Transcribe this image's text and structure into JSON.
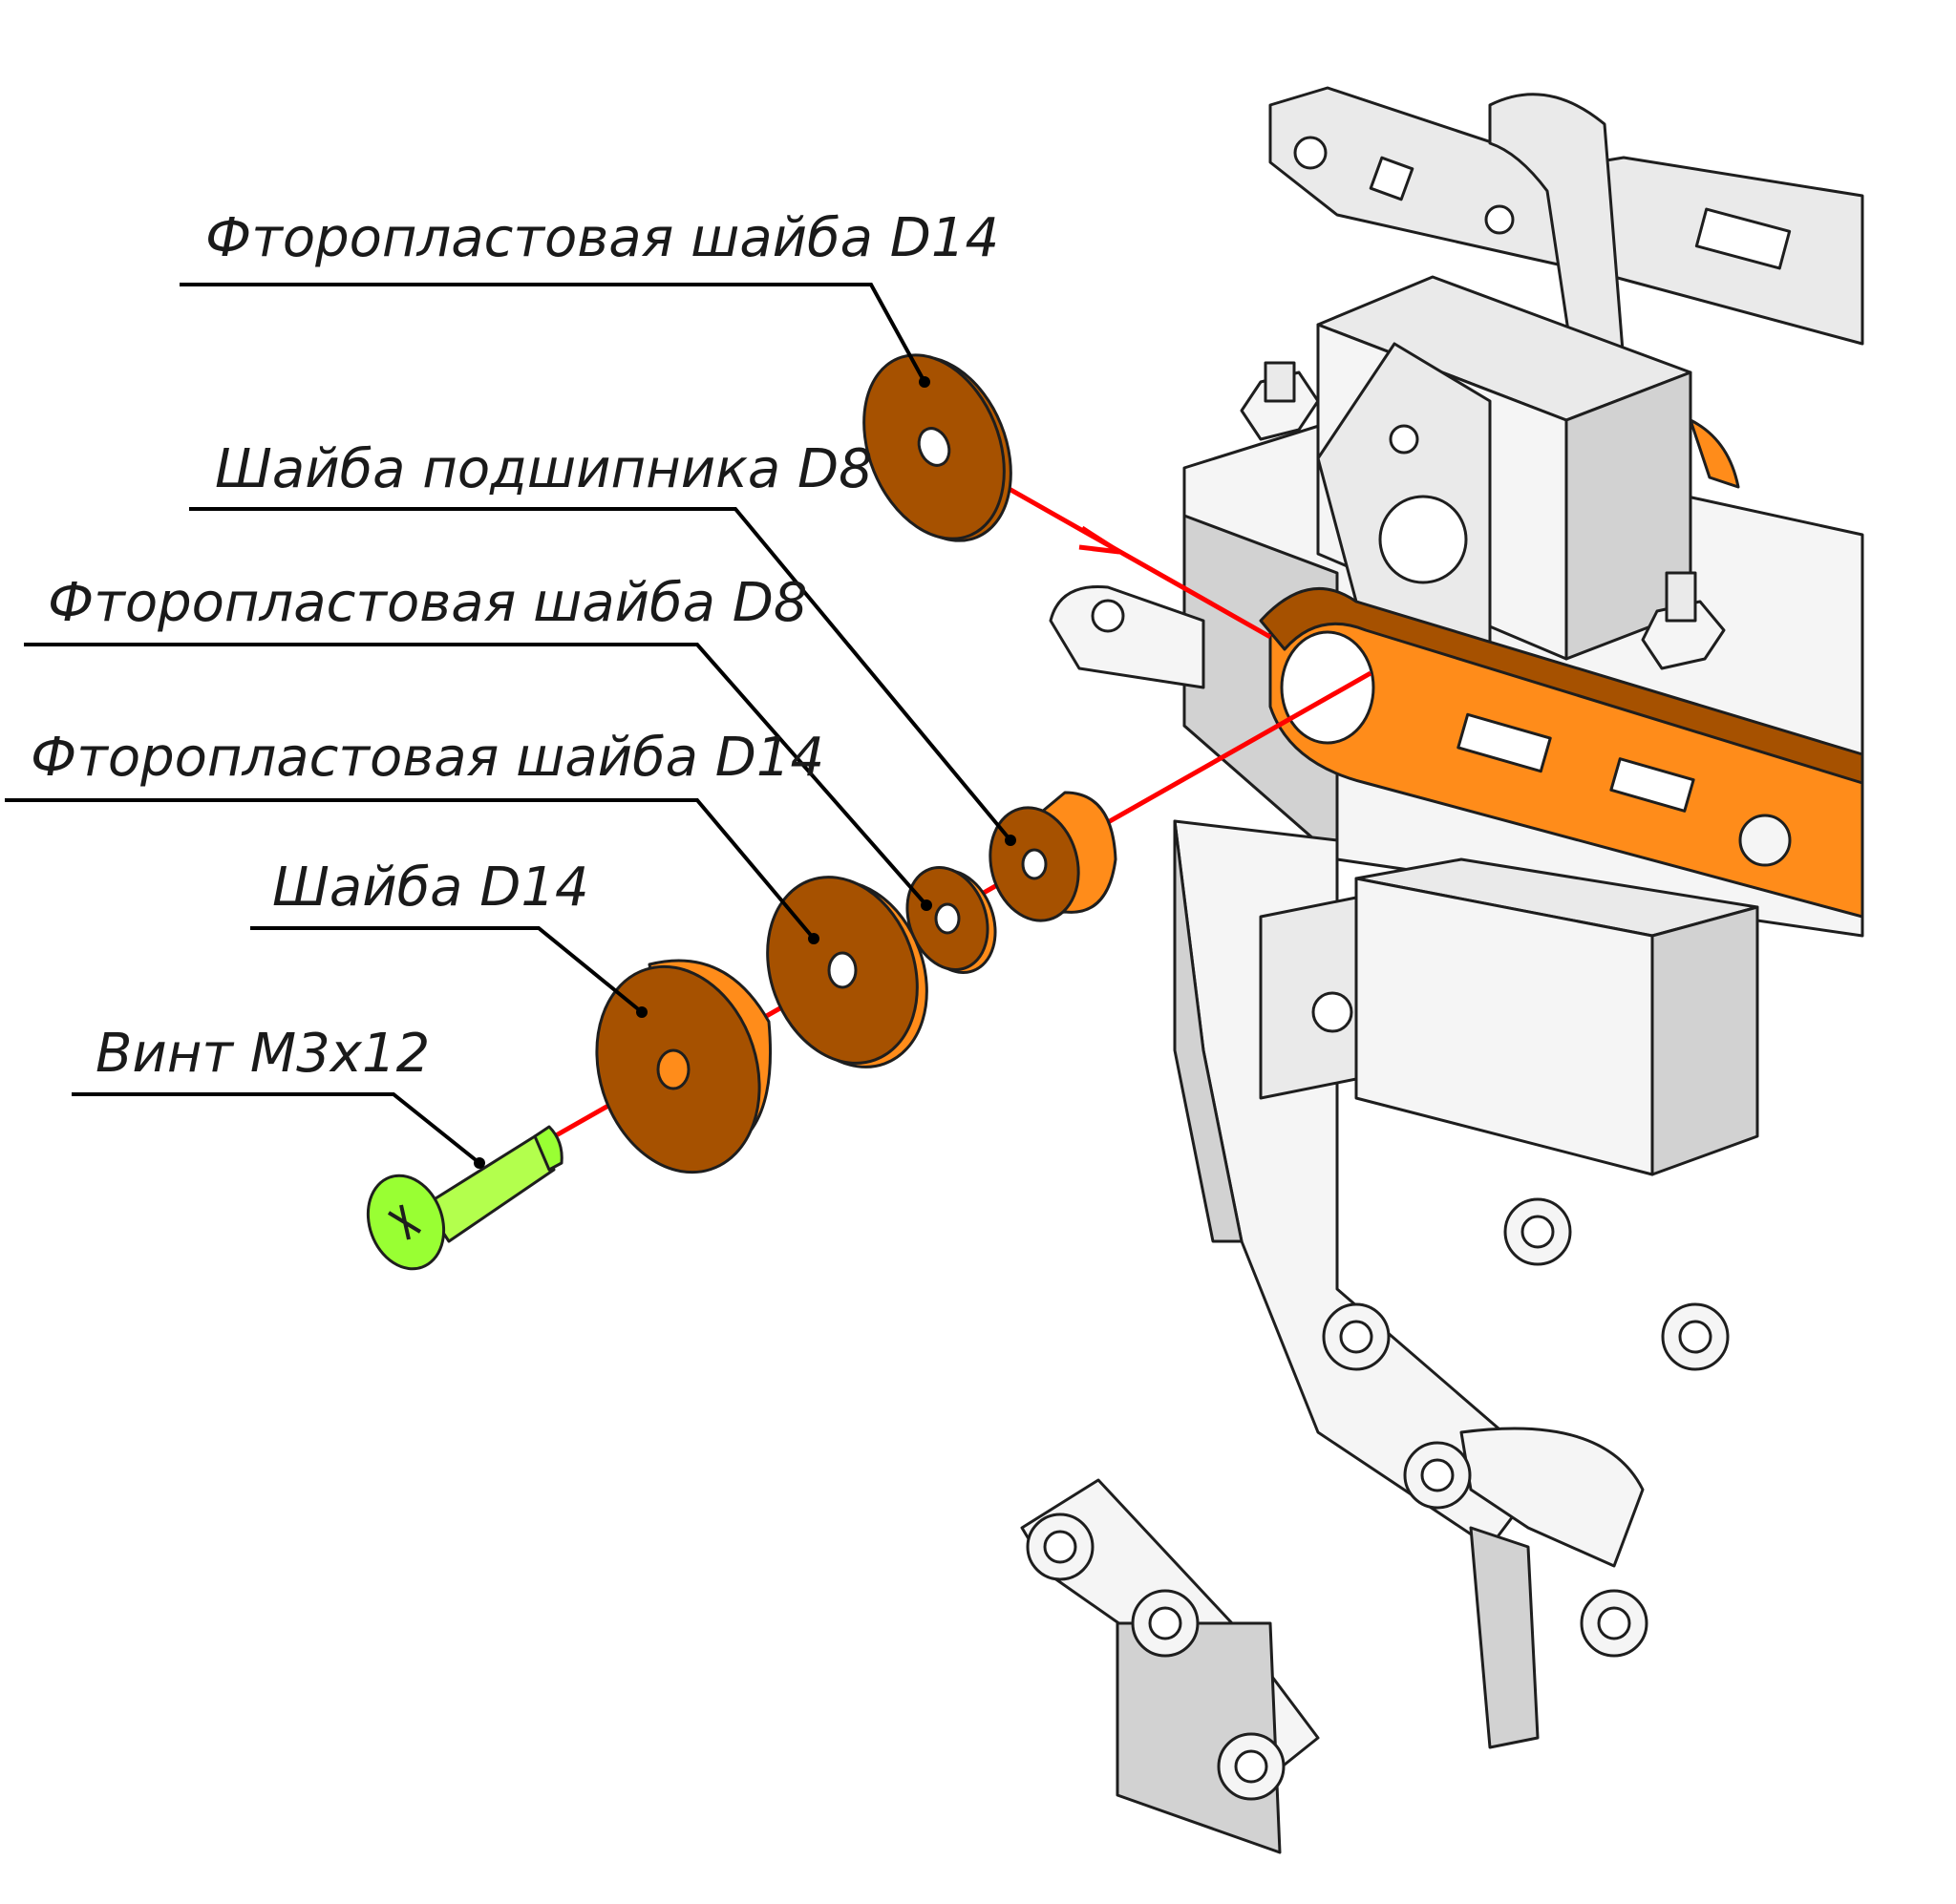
{
  "callouts": [
    {
      "id": "fluoroplastic-washer-d14-top",
      "text": "Фторопластовая шайба D14"
    },
    {
      "id": "bearing-washer-d8",
      "text": "Шайба подшипника D8"
    },
    {
      "id": "fluoroplastic-washer-d8",
      "text": "Фторопластовая шайба D8"
    },
    {
      "id": "fluoroplastic-washer-d14-bottom",
      "text": "Фторопластовая шайба D14"
    },
    {
      "id": "washer-d14",
      "text": "Шайба D14"
    },
    {
      "id": "screw-m3x12",
      "text": "Винт М3х12"
    }
  ],
  "colors": {
    "washer_face": "#a65100",
    "washer_edge": "#ff8c1a",
    "screw": "#99ff33",
    "assembly_axis": "#ff0000",
    "frame": "#eaeaea"
  }
}
